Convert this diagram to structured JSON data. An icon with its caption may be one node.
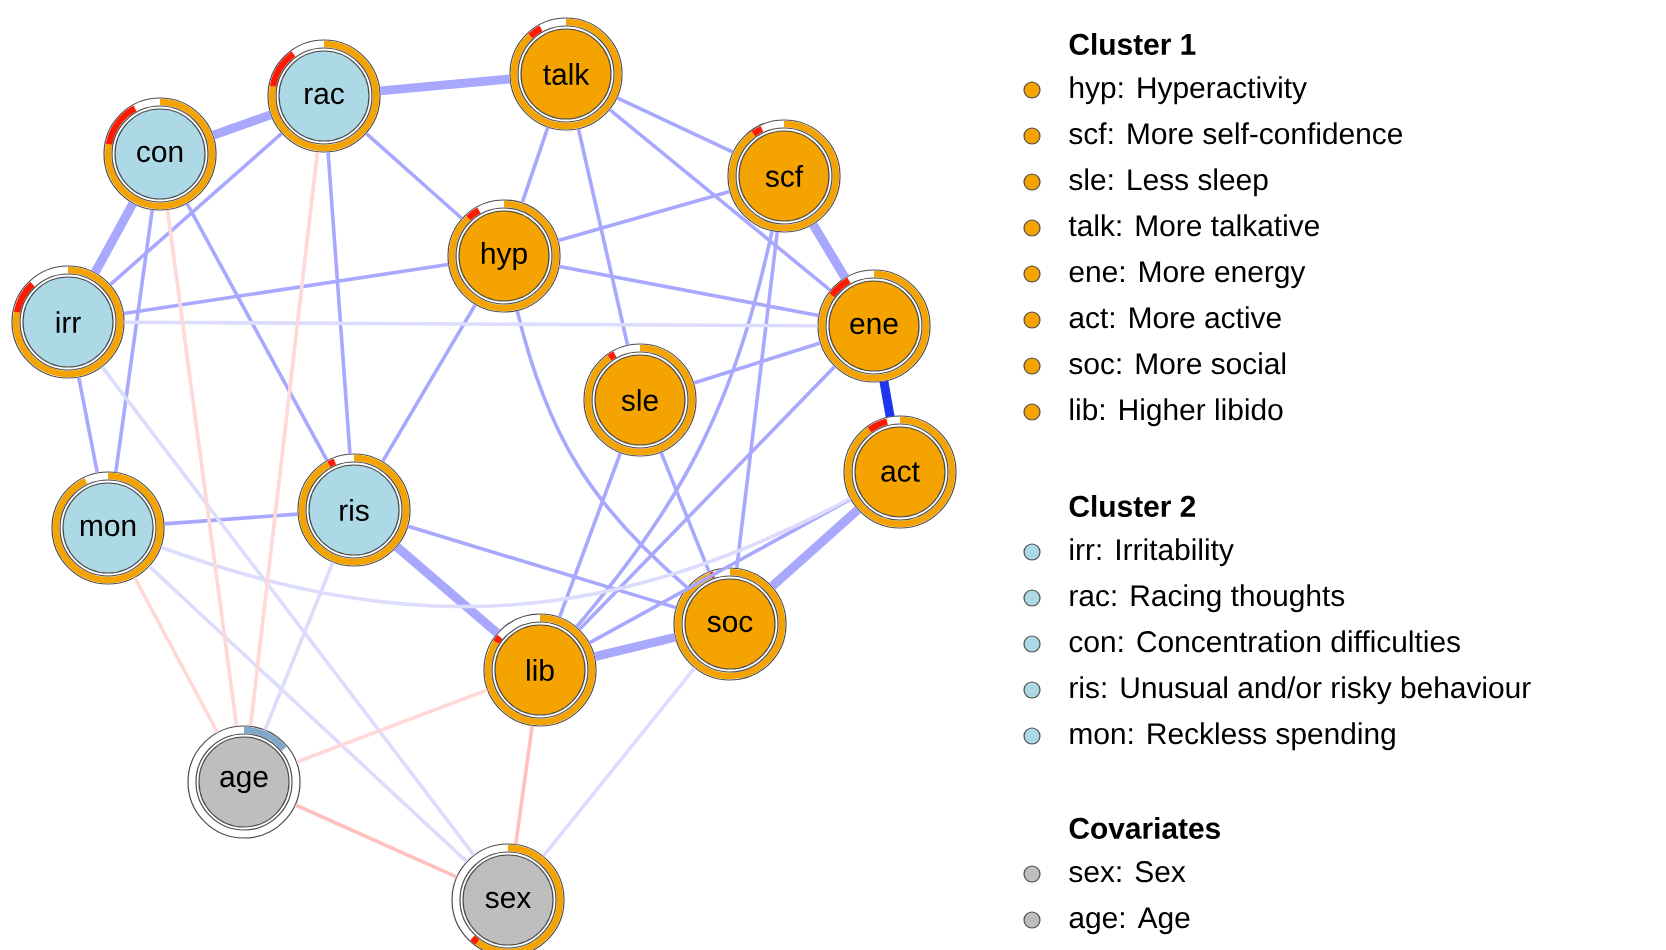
{
  "diagram": {
    "nodes": [
      {
        "text": [
          "talk"
        ]
      },
      {
        "text": [
          "rac"
        ]
      },
      {
        "text": [
          "con"
        ]
      },
      {
        "text": [
          "scf"
        ]
      },
      {
        "text": [
          "hyp"
        ]
      },
      {
        "text": [
          "irr"
        ]
      },
      {
        "text": [
          "ene"
        ]
      },
      {
        "text": [
          "sle"
        ]
      },
      {
        "text": [
          "act"
        ]
      },
      {
        "text": [
          "ris"
        ]
      },
      {
        "text": [
          "mon"
        ]
      },
      {
        "text": [
          "soc"
        ]
      },
      {
        "text": [
          "lib"
        ]
      },
      {
        "text": [
          "age"
        ]
      },
      {
        "text": [
          "sex"
        ]
      }
    ],
    "edges": [
      {
        "from": 6,
        "to": 8,
        "arrow": "none",
        "style": "thick",
        "color": "#1f35f0"
      },
      {
        "from": 1,
        "to": 2,
        "arrow": "none",
        "style": "thick"
      },
      {
        "from": 9,
        "to": 12,
        "arrow": "none",
        "style": "thick"
      },
      {
        "from": 1,
        "to": 0,
        "arrow": "none",
        "style": "thick"
      },
      {
        "from": 2,
        "to": 5,
        "arrow": "none",
        "style": "thick"
      },
      {
        "from": 3,
        "to": 6,
        "arrow": "none",
        "style": "thick"
      },
      {
        "from": 12,
        "to": 11,
        "arrow": "none",
        "style": "thick"
      },
      {
        "from": 11,
        "to": 8,
        "arrow": "none",
        "style": "thick"
      },
      {
        "from": 0,
        "to": 4,
        "arrow": "none"
      },
      {
        "from": 0,
        "to": 3,
        "arrow": "none"
      },
      {
        "from": 4,
        "to": 6,
        "arrow": "none"
      },
      {
        "from": 4,
        "to": 9,
        "arrow": "none"
      },
      {
        "from": 7,
        "to": 6,
        "arrow": "none"
      },
      {
        "from": 10,
        "to": 9,
        "arrow": "none"
      },
      {
        "from": 1,
        "to": 4,
        "arrow": "none"
      },
      {
        "from": 5,
        "to": 10,
        "arrow": "none"
      },
      {
        "from": 4,
        "to": 3,
        "arrow": "none"
      },
      {
        "from": 9,
        "to": 11,
        "arrow": "none"
      },
      {
        "from": 2,
        "to": 10,
        "arrow": "none"
      },
      {
        "from": 12,
        "to": 7,
        "arrow": "none"
      },
      {
        "from": 0,
        "to": 6,
        "arrow": "none"
      },
      {
        "from": 1,
        "to": 9,
        "arrow": "none"
      },
      {
        "from": 5,
        "to": 4,
        "arrow": "none"
      },
      {
        "from": 11,
        "to": 7,
        "arrow": "none"
      },
      {
        "from": 3,
        "to": 11,
        "arrow": "none"
      },
      {
        "from": 0,
        "to": 7,
        "arrow": "none"
      },
      {
        "from": 2,
        "to": 9,
        "arrow": "none"
      },
      {
        "from": 5,
        "to": 1,
        "arrow": "none"
      },
      {
        "from": 4,
        "to": 11,
        "arrow": "none"
      },
      {
        "from": 6,
        "to": 12,
        "arrow": "none"
      },
      {
        "from": 8,
        "to": 12,
        "arrow": "none"
      },
      {
        "from": 3,
        "to": 12,
        "arrow": "none"
      },
      {
        "from": 13,
        "to": 9,
        "arrow": "none",
        "color": "#dcdcfc"
      },
      {
        "from": 10,
        "to": 14,
        "arrow": "none",
        "color": "#dcdcfc"
      },
      {
        "from": 5,
        "to": 14,
        "arrow": "none",
        "color": "#dcdcfc"
      },
      {
        "from": 11,
        "to": 14,
        "arrow": "none",
        "color": "#dcdcfc"
      },
      {
        "from": 5,
        "to": 6,
        "arrow": "none",
        "color": "#dcdcfc"
      },
      {
        "from": 10,
        "to": 8,
        "arrow": "none",
        "color": "#dcdcfc"
      },
      {
        "from": 13,
        "to": 14,
        "arrow": "none",
        "color": "#ffc0c0"
      },
      {
        "from": 12,
        "to": 14,
        "arrow": "none",
        "color": "#ffc0c0"
      },
      {
        "from": 13,
        "to": 10,
        "arrow": "none",
        "color": "#ffd8d8"
      },
      {
        "from": 13,
        "to": 1,
        "arrow": "none",
        "color": "#ffd8d8"
      },
      {
        "from": 13,
        "to": 12,
        "arrow": "none",
        "color": "#ffd8d8"
      },
      {
        "from": 13,
        "to": 2,
        "arrow": "none",
        "color": "#ffd8d8"
      }
    ],
    "labels": [
      "Cluster 1",
      "Cluster 2",
      "Covariates"
    ],
    "legend": [
      {
        "text": "hyp: Hyperactivity",
        "color": "#f5a300"
      },
      {
        "text": "scf: More self-confidence",
        "color": "#f5a300"
      },
      {
        "text": "sle: Less sleep",
        "color": "#f5a300"
      },
      {
        "text": "talk: More talkative",
        "color": "#f5a300"
      },
      {
        "text": "ene: More energy",
        "color": "#f5a300"
      },
      {
        "text": "act: More active",
        "color": "#f5a300"
      },
      {
        "text": "soc: More social",
        "color": "#f5a300"
      },
      {
        "text": "lib: Higher libido",
        "color": "#f5a300"
      },
      {
        "text": "irr: Irritability",
        "color": "#add8e6"
      },
      {
        "text": "rac: Racing thoughts",
        "color": "#add8e6"
      },
      {
        "text": "con: Concentration difficulties",
        "color": "#add8e6"
      },
      {
        "text": "ris: Unusual and/or risky behaviour",
        "color": "#add8e6"
      },
      {
        "text": "mon: Reckless spending",
        "color": "#add8e6"
      },
      {
        "text": "sex: Sex",
        "color": "#bebebe"
      },
      {
        "text": "age: Age",
        "color": "#bebebe"
      }
    ]
  }
}
